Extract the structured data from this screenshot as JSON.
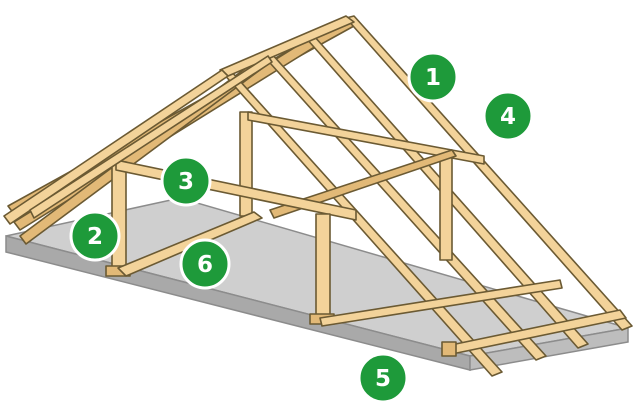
{
  "colors": {
    "badge": "#1e9a3a",
    "wood": "#f3d39a",
    "wood_shade": "#e2b977",
    "wood_outline": "#6b5a33",
    "floor": "#c8c8c8",
    "floor_edge": "#9c9c9c"
  },
  "callouts": [
    {
      "id": "1",
      "label": "1"
    },
    {
      "id": "2",
      "label": "2"
    },
    {
      "id": "3",
      "label": "3"
    },
    {
      "id": "4",
      "label": "4"
    },
    {
      "id": "5",
      "label": "5"
    },
    {
      "id": "6",
      "label": "6"
    }
  ]
}
